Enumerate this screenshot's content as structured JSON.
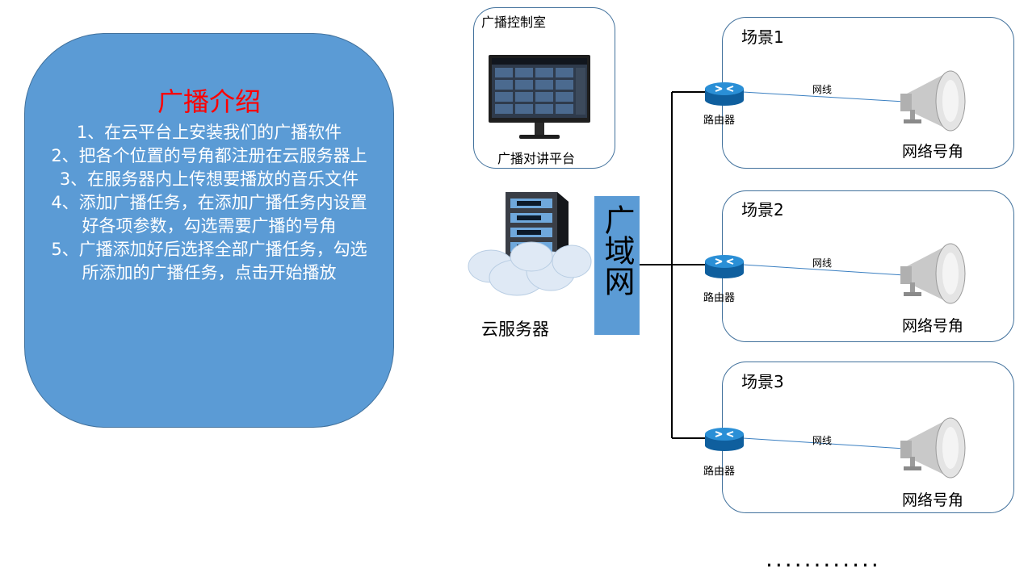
{
  "intro": {
    "title": "广播介绍",
    "steps": [
      "1、在云平台上安装我们的广播软件",
      "2、把各个位置的号角都注册在云服务器上",
      "3、在服务器内上传想要播放的音乐文件",
      "4、添加广播任务，在添加广播任务内设置好各项参数，勾选需要广播的号角",
      "5、广播添加好后选择全部广播任务，勾选所添加的广播任务，点击开始播放"
    ]
  },
  "control_room": {
    "title": "广播控制室",
    "platform_label": "广播对讲平台"
  },
  "cloud_server": {
    "label": "云服务器"
  },
  "wan": {
    "label": "广域网"
  },
  "scenes": [
    {
      "name": "场景1",
      "router_label": "路由器",
      "cable_label": "网线",
      "speaker_label": "网络号角"
    },
    {
      "name": "场景2",
      "router_label": "路由器",
      "cable_label": "网线",
      "speaker_label": "网络号角"
    },
    {
      "name": "场景3",
      "router_label": "路由器",
      "cable_label": "网线",
      "speaker_label": "网络号角"
    }
  ],
  "ellipsis": "............",
  "colors": {
    "accent_blue": "#5b9bd5",
    "border_blue": "#41719c",
    "title_red": "#ff0000",
    "router_blue": "#1b75bb"
  },
  "icons": [
    "monitor-icon",
    "server-cloud-icon",
    "router-icon",
    "horn-speaker-icon"
  ]
}
